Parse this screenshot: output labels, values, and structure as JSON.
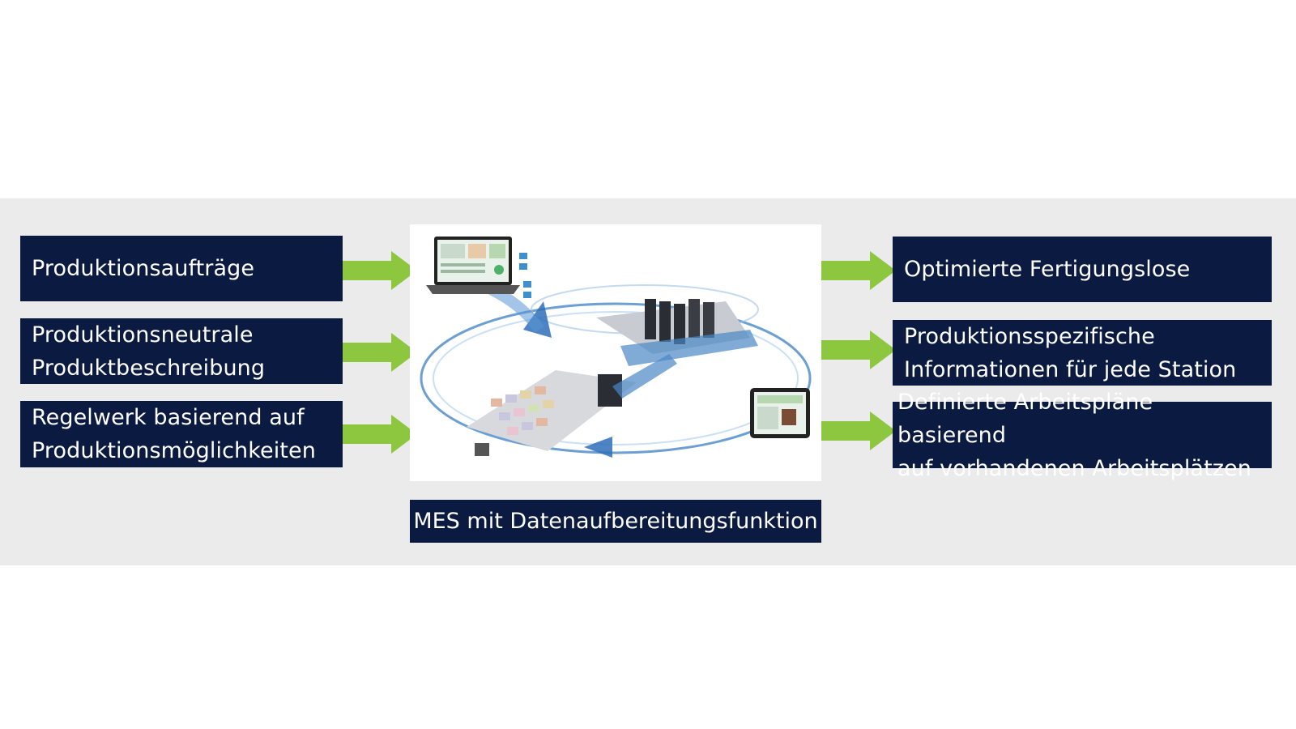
{
  "inputs": [
    {
      "label": "Produktionsaufträge"
    },
    {
      "label": "Produktionsneutrale\nProduktbeschreibung"
    },
    {
      "label": "Regelwerk basierend auf\nProduktionsmöglichkeiten"
    }
  ],
  "outputs": [
    {
      "label": "Optimierte Fertigungslose"
    },
    {
      "label": "Produktionsspezifische\nInformationen für jede Station"
    },
    {
      "label": "Definierte Arbeitspläne basierend\nauf vorhandenen Arbeitsplätzen"
    }
  ],
  "center": {
    "caption": "MES mit Datenaufbereitungsfunktion",
    "image": "production-line-illustration"
  },
  "colors": {
    "box_background": "#0b1a40",
    "arrow": "#8dc63f",
    "band": "#ebebeb",
    "cycle": "#3b7fc4"
  }
}
